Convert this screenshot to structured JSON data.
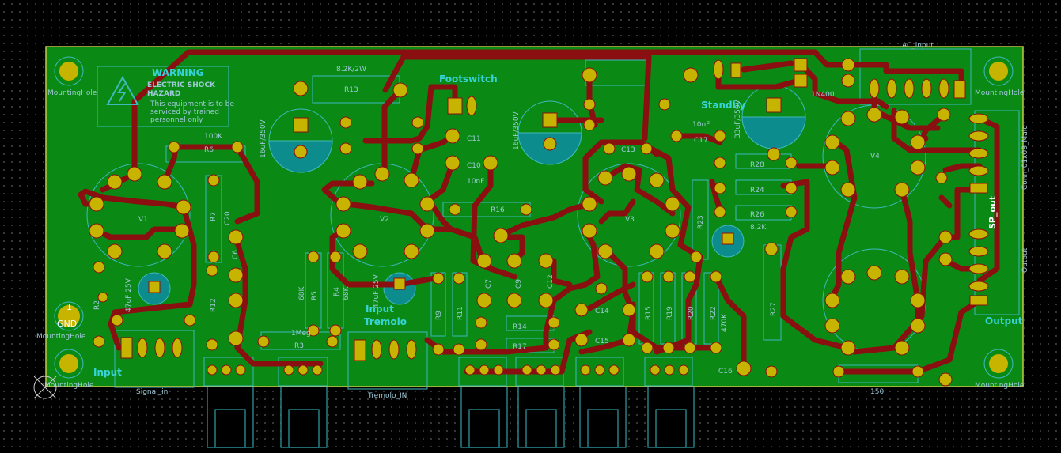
{
  "colors": {
    "background": "#000000",
    "board": "#0a8a14",
    "board_edge": "#c8c84a",
    "trace": "#8a0f10",
    "pad": "#c7b400",
    "silk": "#9ec9d8",
    "silk_bold": "#38d3d8",
    "cap_fill": "#0c8c8c"
  },
  "labels": {
    "warning_title": "WARNING",
    "warning_l1": "ELECTRIC SHOCK",
    "warning_l2": "HAZARD",
    "warning_l3": "This equipment is to be",
    "warning_l4": "serviced by trained",
    "warning_l5": "personnel only",
    "footswitch": "Footswitch",
    "standby": "Standby",
    "ac_input": "AC_input",
    "input": "Input",
    "signal_in": "Signal_in",
    "tremolo": "Tremolo",
    "tremolo_in": "Tremolo_IN",
    "sp_out": "SP_out",
    "output_right": "Output",
    "output_side": "Output",
    "conn_name": "Conn_01x08_Male",
    "mounting_hole": "MountingHole",
    "gnd": "GND",
    "gnd_num": "1",
    "r_82k": "8.2K/2W",
    "r_100k": "100K",
    "r_1meg": "1Meg",
    "r_68k": "68K",
    "r_470k": "470K",
    "r_150": "150",
    "r_82k_small": "8.2K",
    "c_10nf": "10nF",
    "c_16uf": "16uF/350V",
    "c_33uf": "33uF/350V",
    "c_47uf": "47uF 25V",
    "d_1n400": "1N400",
    "v1": "V1",
    "v2": "V2",
    "v3": "V3",
    "v4": "V4",
    "r13": "R13",
    "r6": "R6",
    "r7": "R7",
    "r2": "R2",
    "r3": "R3",
    "r4": "R4",
    "r5": "R5",
    "r9": "R9",
    "r11": "R11",
    "r12": "R12",
    "r14": "R14",
    "r15": "R15",
    "r16": "R16",
    "r17": "R17",
    "r19": "R19",
    "r20": "R20",
    "r22": "R22",
    "r23": "R23",
    "r24": "R24",
    "r26": "R26",
    "r27": "R27",
    "r28": "R28",
    "c6": "C6",
    "c7": "C7",
    "c9": "C9",
    "c10": "C10",
    "c11": "C11",
    "c12": "C12",
    "c13": "C13",
    "c14": "C14",
    "c15": "C15",
    "c16": "C16",
    "c17": "C17",
    "c20": "C20"
  }
}
